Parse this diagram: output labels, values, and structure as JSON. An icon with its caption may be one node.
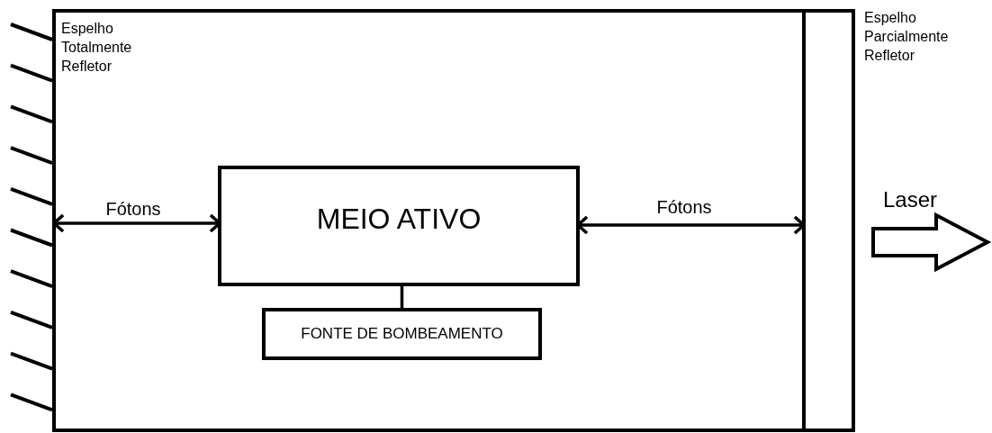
{
  "diagram": {
    "nodes": [
      {
        "text": [],
        "shape": "bar",
        "beside": [
          "Espelho Totalmente Refletor"
        ]
      },
      {
        "text": [],
        "shape": "box",
        "beside": [
          "Espelho Parcialmente Refletor"
        ]
      },
      {
        "text": [
          "MEIO ATIVO"
        ]
      },
      {
        "text": [
          "FONTE DE BOMBEAMENTO"
        ]
      }
    ],
    "edges": [
      {
        "from": 0,
        "to": 2,
        "arrow": "both",
        "label": "Fótons"
      },
      {
        "from": 2,
        "to": 1,
        "arrow": "both",
        "label": "Fótons"
      },
      {
        "from": 2,
        "to": 3,
        "arrow": "none"
      },
      {
        "from": 1,
        "to": null,
        "arrow": "to",
        "label": "Laser",
        "style": "thick"
      }
    ]
  }
}
